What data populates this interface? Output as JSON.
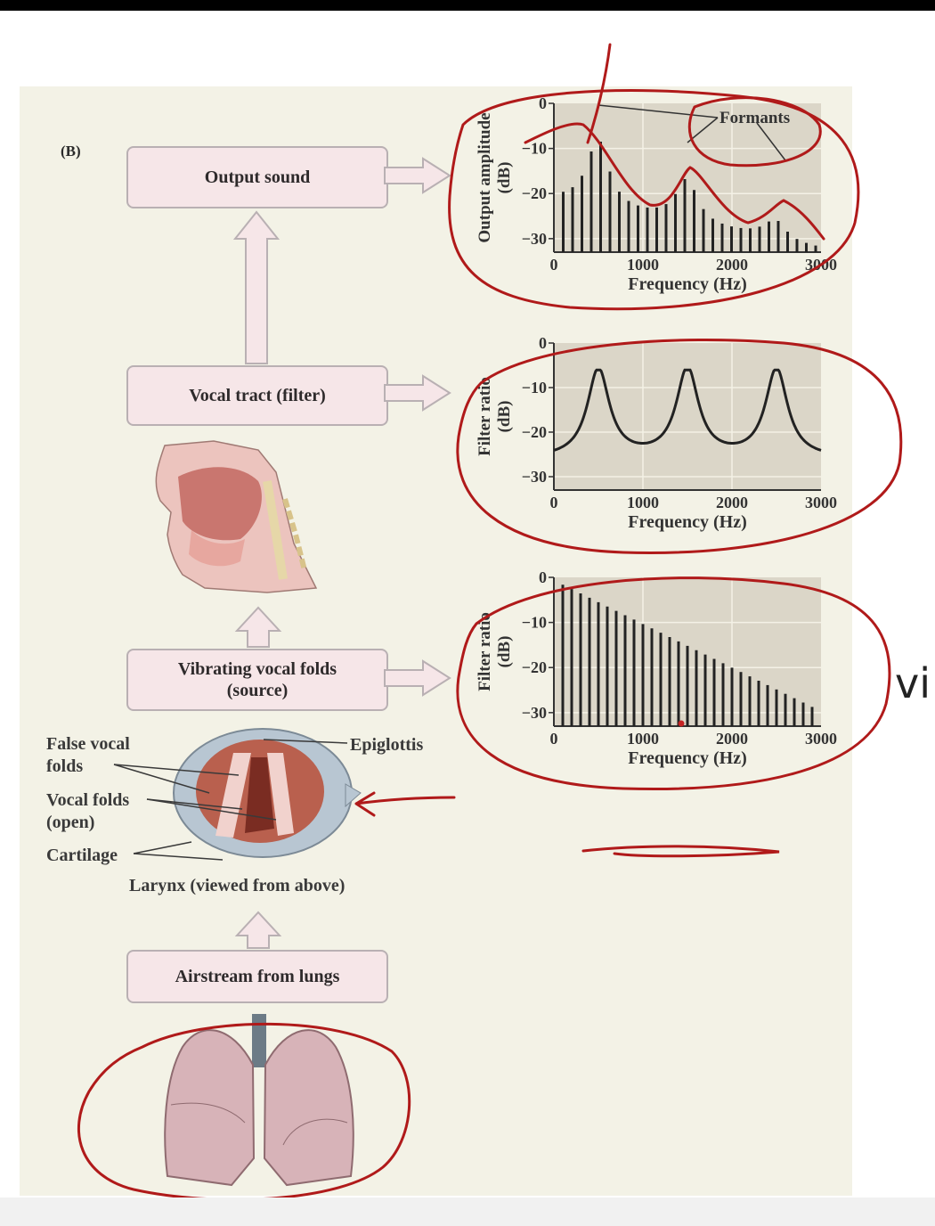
{
  "panel_label": "(B)",
  "boxes": {
    "output": "Output sound",
    "tract": "Vocal tract (filter)",
    "source_line1": "Vibrating vocal folds",
    "source_line2": "(source)",
    "airstream": "Airstream from lungs"
  },
  "larynx_labels": {
    "false_folds_1": "False vocal",
    "false_folds_2": "folds",
    "vocal_folds_1": "Vocal folds",
    "vocal_folds_2": "(open)",
    "cartilage": "Cartilage",
    "epiglottis": "Epiglottis",
    "larynx_caption": "Larynx (viewed from above)"
  },
  "charts": {
    "output": {
      "ylabel_1": "Output amplitude",
      "ylabel_2": "(dB)",
      "yticks": [
        "0",
        "−10",
        "−20",
        "−30"
      ],
      "xticks": [
        "0",
        "1000",
        "2000",
        "3000"
      ],
      "xlabel": "Frequency (Hz)",
      "annotation": "Formants"
    },
    "filter": {
      "ylabel_1": "Filter ratio",
      "ylabel_2": "(dB)",
      "yticks": [
        "0",
        "−10",
        "−20",
        "−30"
      ],
      "xticks": [
        "0",
        "1000",
        "2000",
        "3000"
      ],
      "xlabel": "Frequency (Hz)"
    },
    "source": {
      "ylabel_1": "Filter ratio",
      "ylabel_2": "(dB)",
      "yticks": [
        "0",
        "−10",
        "−20",
        "−30"
      ],
      "xticks": [
        "0",
        "1000",
        "2000",
        "3000"
      ],
      "xlabel": "Frequency (Hz)"
    }
  },
  "side_text": "vi",
  "colors": {
    "panel": "#f3f2e6",
    "box_fill": "#f6e6e8",
    "plot_bg": "#dbd6c8",
    "annotation_red": "#b01a1a"
  }
}
